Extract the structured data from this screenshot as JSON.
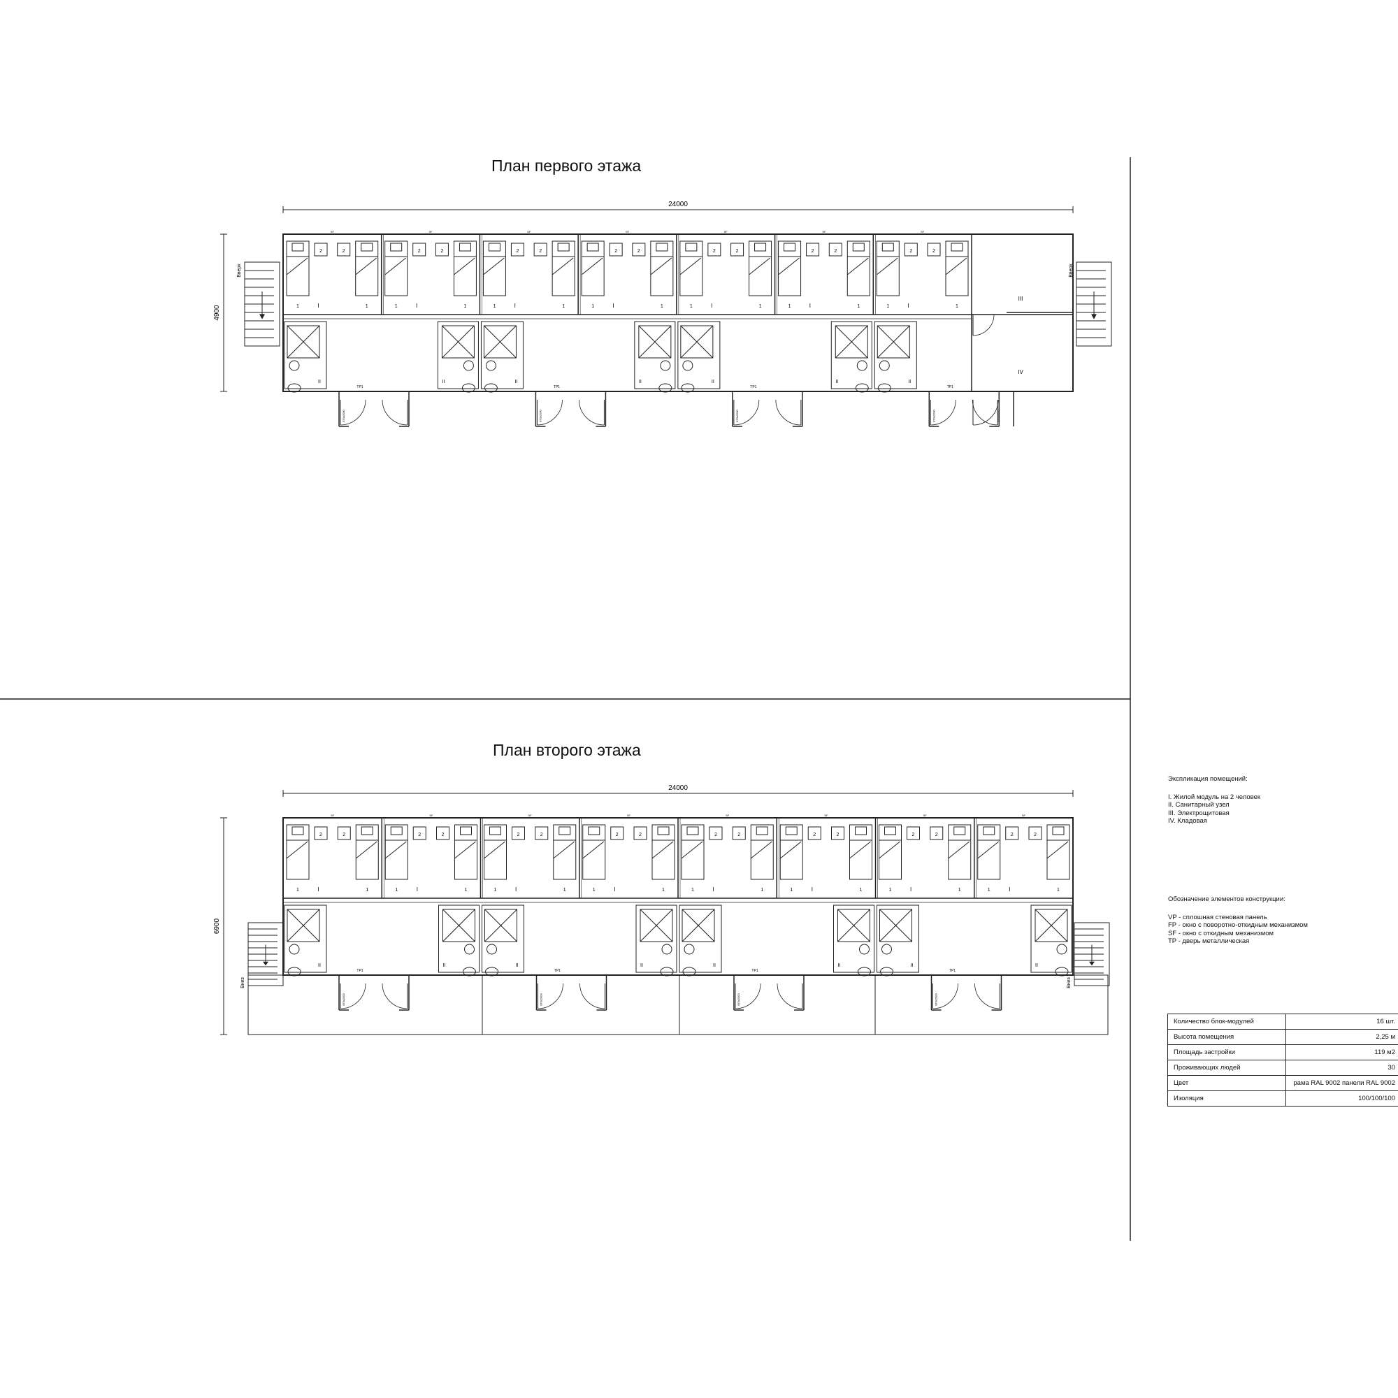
{
  "plan1": {
    "title": "План первого этажа",
    "width_dim": "24000",
    "height_dim": "4900",
    "stair_label": "Вверх",
    "storage_rooms": [
      "III",
      "IV"
    ]
  },
  "plan2": {
    "title": "План второго этажа",
    "width_dim": "24000",
    "height_dim": "6900",
    "stair_label": "Вниз"
  },
  "room_labels": {
    "living": "I",
    "sanitary": "II",
    "bed1": "1",
    "bed2": "2",
    "door": "TP1",
    "door_size": "870x2000",
    "window": "SF"
  },
  "explication": {
    "title": "Экспликация помещений:",
    "items": [
      "I. Жилой модуль на 2 человек",
      "II. Санитарный узел",
      "III. Электрощитовая",
      "IV. Кладовая"
    ]
  },
  "construction": {
    "title": "Обозначение элементов конструкции:",
    "items": [
      "VP - сплошная стеновая панель",
      "FP - окно с поворотно-откидным механизмом",
      "SF - окно с откидным механизмом",
      "TP - дверь металлическая"
    ]
  },
  "params": [
    {
      "label": "Количество блок-модулей",
      "value": "16 шт."
    },
    {
      "label": "Высота помещения",
      "value": "2,25 м"
    },
    {
      "label": "Площадь застройки",
      "value": "119 м2"
    },
    {
      "label": "Проживающих людей",
      "value": "30"
    },
    {
      "label": "Цвет",
      "value": "рама RAL 9002 панели RAL  9002"
    },
    {
      "label": "Изоляция",
      "value": "100/100/100"
    }
  ]
}
